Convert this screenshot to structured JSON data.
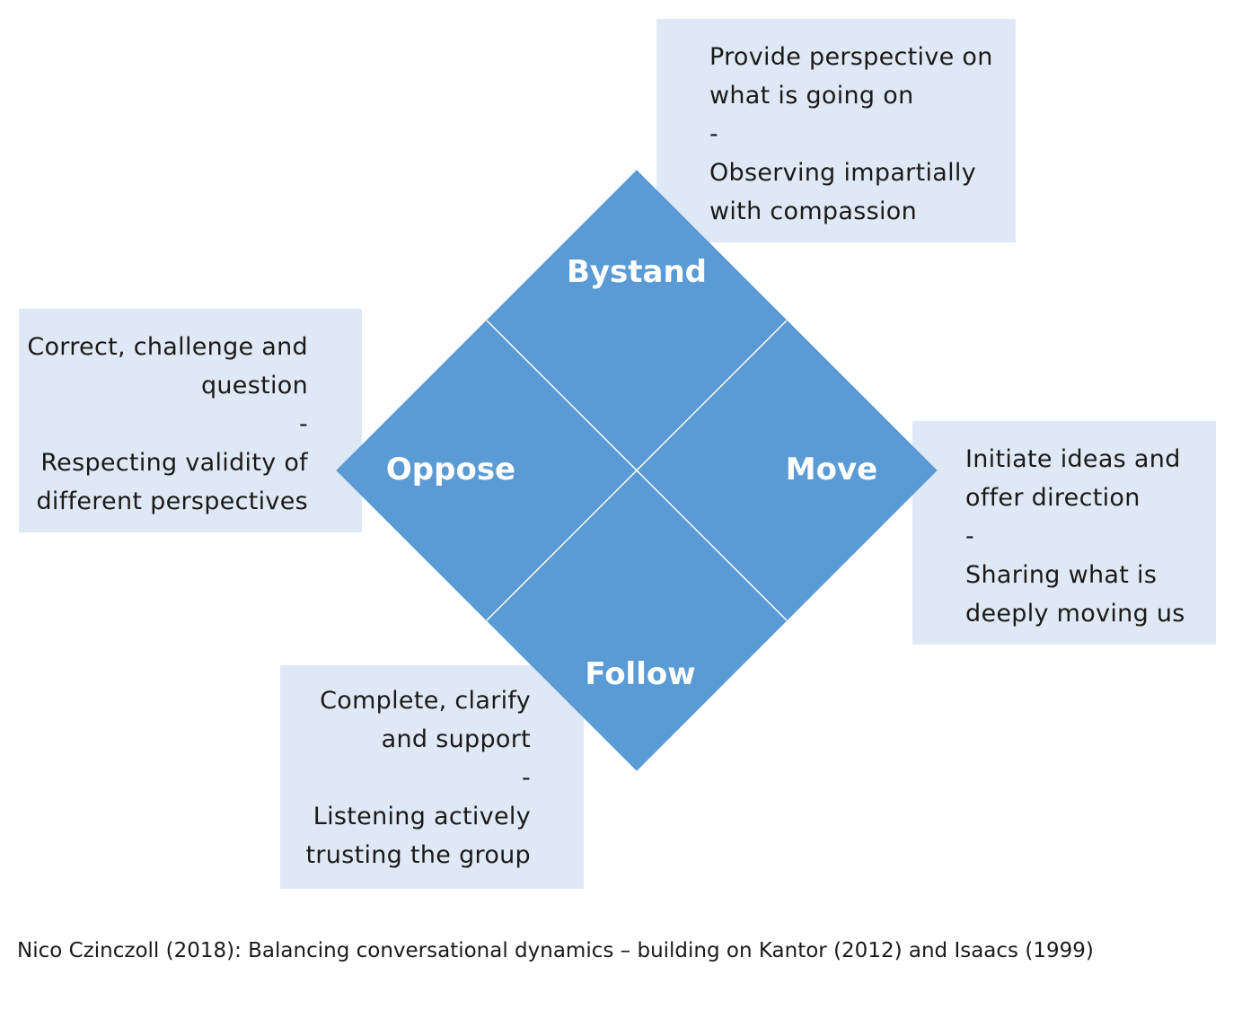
{
  "diagram": {
    "colors": {
      "diamond_fill": "#5b9bd5",
      "divider_lines": "#ffffff",
      "box_fill": "#dfe9f5",
      "quadrant_text": "#ffffff",
      "box_text": "#1a1a1a"
    },
    "quadrants": {
      "bystand": {
        "label": "Bystand",
        "lines": [
          "Provide perspective on",
          "what is going on",
          "-",
          "Observing impartially",
          "with compassion"
        ]
      },
      "oppose": {
        "label": "Oppose",
        "lines": [
          "Correct, challenge and",
          "question",
          "-",
          "Respecting validity of",
          "different perspectives"
        ]
      },
      "move": {
        "label": "Move",
        "lines": [
          "Initiate ideas and",
          "offer direction",
          "-",
          "Sharing what is",
          "deeply moving us"
        ]
      },
      "follow": {
        "label": "Follow",
        "lines": [
          "Complete, clarify",
          "and support",
          "-",
          "Listening actively",
          "trusting the group"
        ]
      }
    },
    "caption": "Nico Czinczoll (2018): Balancing conversational dynamics – building on Kantor (2012) and Isaacs (1999)"
  }
}
